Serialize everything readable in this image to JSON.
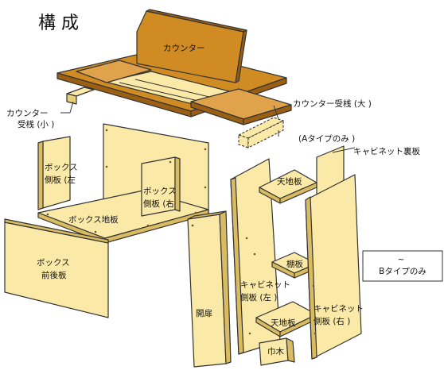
{
  "title": "構 成",
  "labels": {
    "counter": "カウンター",
    "counter_support_small_l1": "カウンター",
    "counter_support_small_l2": "受桟 (小 )",
    "counter_support_large": "カウンター受桟 (大 )",
    "type_a_only": "(Aタイプのみ )",
    "cabinet_back": "キャビネット裏板",
    "box_side_left_l1": "ボックス",
    "box_side_left_l2": "側板 (左",
    "box_side_right_l1": "ボックス",
    "box_side_right_l2": "側板 (右",
    "box_bottom": "ボックス地板",
    "box_front_back_l1": "ボックス",
    "box_front_back_l2": "前後板",
    "door": "開扉",
    "top_bottom_1": "天地板",
    "shelf": "棚板",
    "cabinet_side_left_l1": "キャビネット",
    "cabinet_side_left_l2": "側板 (左 )",
    "top_bottom_2": "天地板",
    "cabinet_side_right_l1": "キャビネット",
    "cabinet_side_right_l2": "側板 (右 )",
    "skirting": "巾木",
    "type_b_only_l1": "~",
    "type_b_only_l2": "Bタイプのみ"
  }
}
